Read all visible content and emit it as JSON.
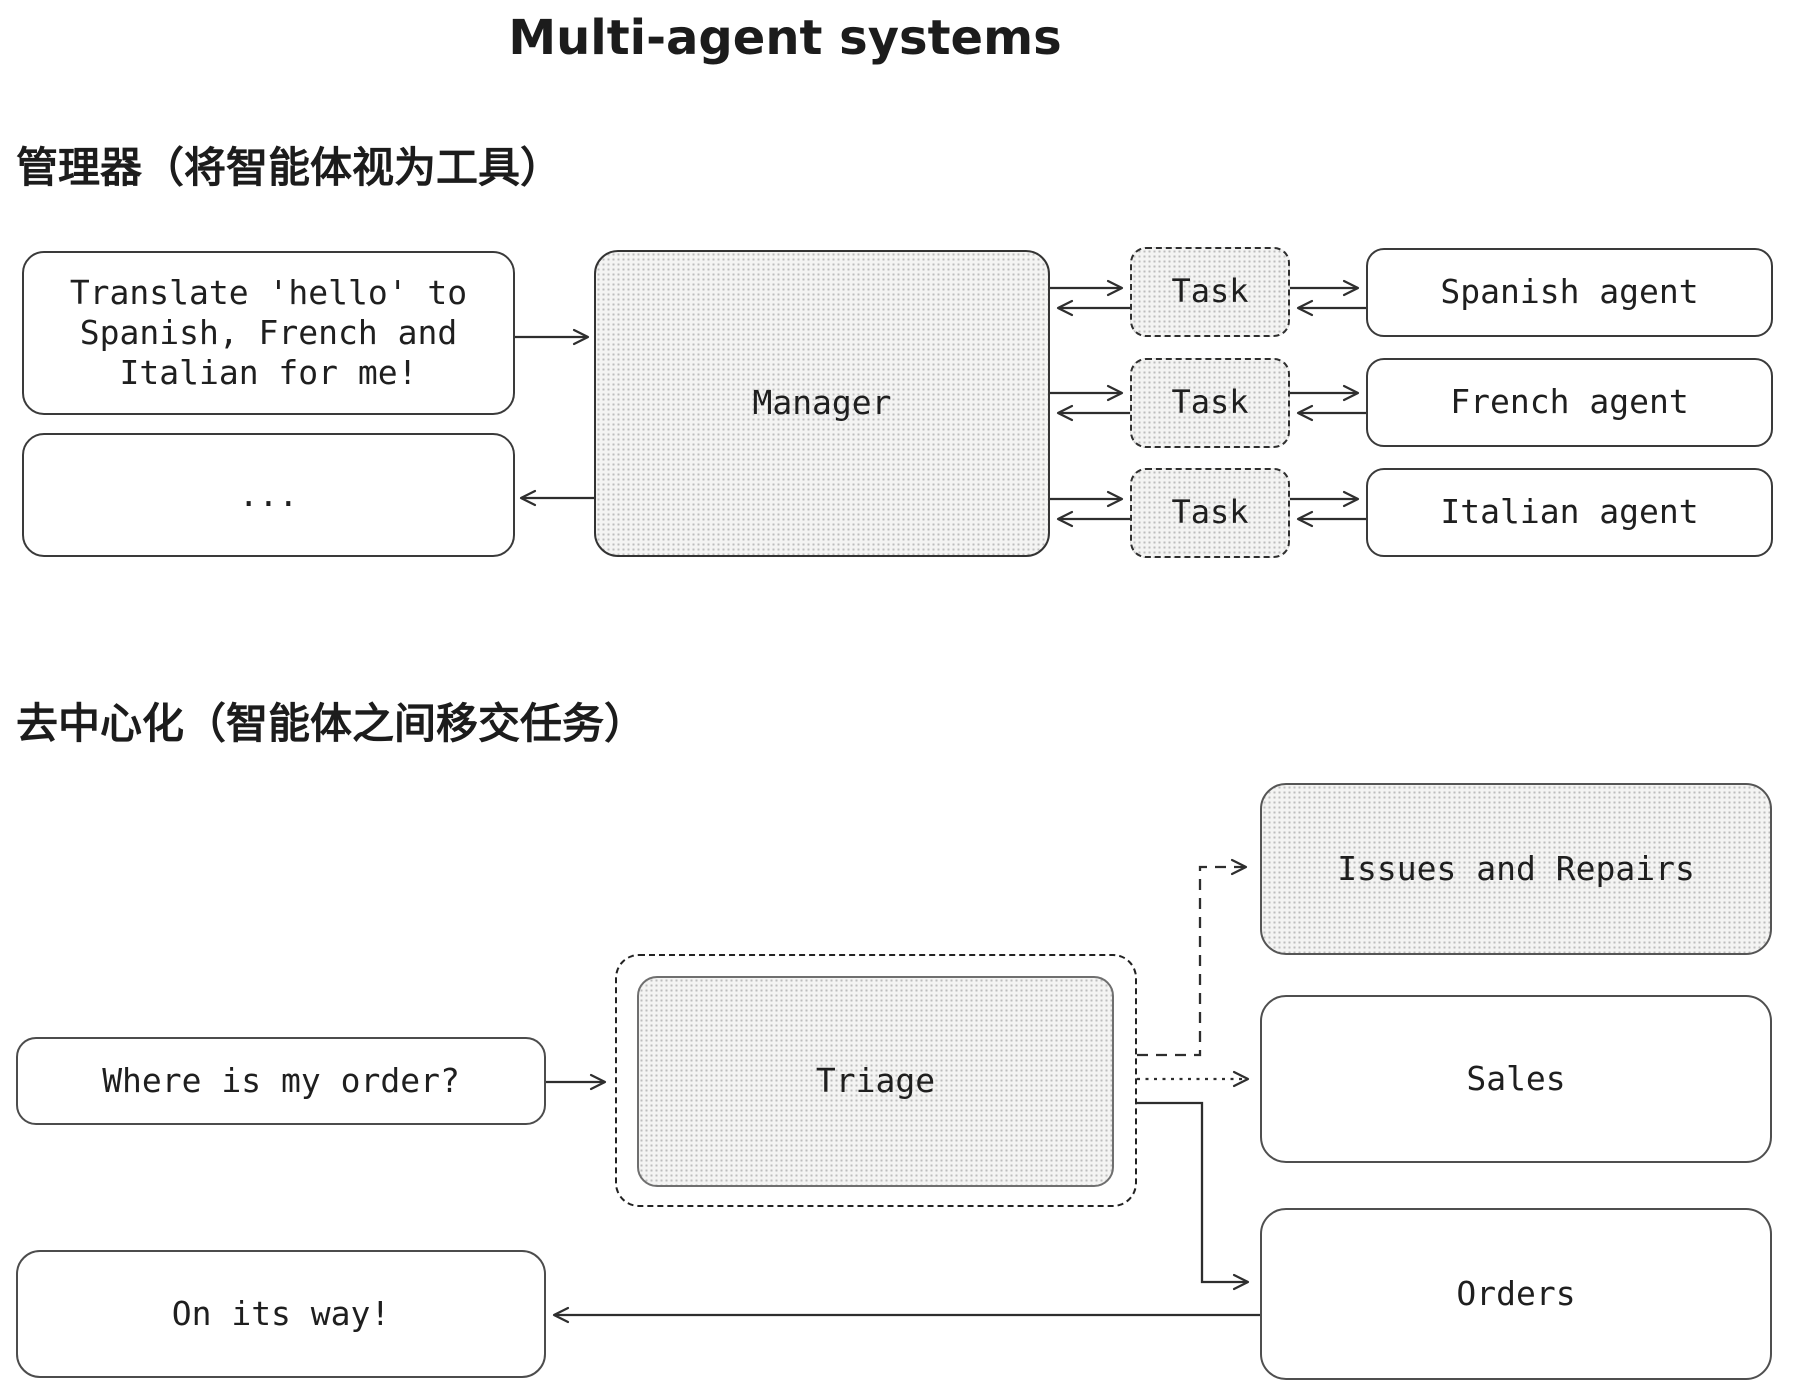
{
  "title": "Multi-agent systems",
  "manager_section": {
    "heading": "管理器（将智能体视为工具）",
    "request": "Translate 'hello' to\nSpanish, French and\nItalian for me!",
    "ellipsis": "...",
    "manager_label": "Manager",
    "task_labels": [
      "Task",
      "Task",
      "Task"
    ],
    "agent_labels": [
      "Spanish agent",
      "French agent",
      "Italian agent"
    ]
  },
  "handoff_section": {
    "heading": "去中心化（智能体之间移交任务）",
    "question": "Where is my order?",
    "triage_label": "Triage",
    "issues_label": "Issues and Repairs",
    "sales_label": "Sales",
    "orders_label": "Orders",
    "reply": "On its way!"
  },
  "colors": {
    "ink": "#1f1f1f",
    "line": "#2e2e2e",
    "shaded_fill": "#f4f4f3",
    "shaded_dot": "#bdbdbd",
    "background": "#ffffff"
  }
}
